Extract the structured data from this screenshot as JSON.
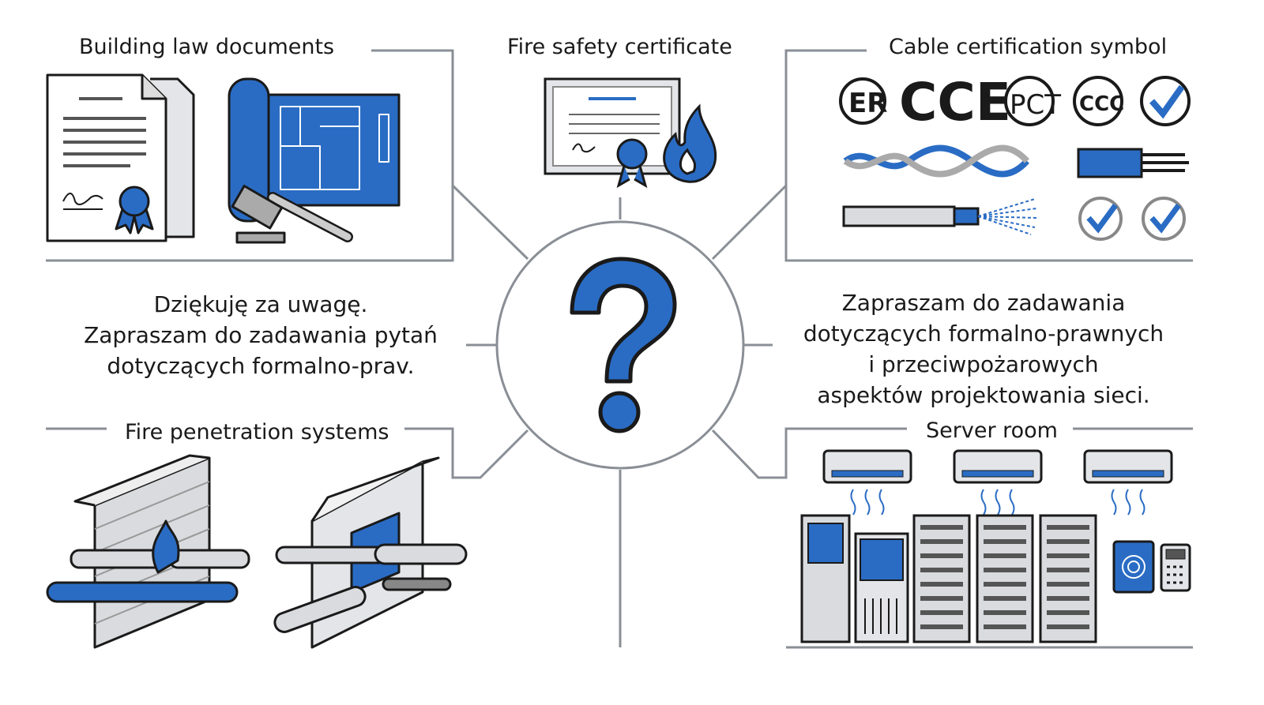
{
  "colors": {
    "accent": "#2a6cc4",
    "line": "#8a8f96",
    "ink": "#1a1a1a",
    "gray_fill": "#d9dbde"
  },
  "center": {
    "symbol": "?",
    "icon": "question-mark-icon"
  },
  "panels": {
    "building_law": {
      "title": "Building law documents",
      "icons": [
        "document-icon",
        "seal-icon",
        "blueprint-icon",
        "gavel-icon"
      ]
    },
    "fire_certificate": {
      "title": "Fire safety certificate",
      "icons": [
        "certificate-icon",
        "flame-icon"
      ]
    },
    "cable_cert": {
      "title": "Cable certification symbol",
      "icons": [
        "eac-mark-icon",
        "ce-mark-icon",
        "pct-mark-icon",
        "ccc-mark-icon",
        "checkmark-icon",
        "twisted-pair-cable-icon",
        "flat-cable-icon",
        "fiber-cable-icon"
      ]
    },
    "fire_penetration": {
      "title": "Fire penetration systems",
      "icons": [
        "brick-wall-icon",
        "pipe-icon",
        "fire-seal-panel-icon"
      ]
    },
    "server_room": {
      "title": "Server room",
      "icons": [
        "air-conditioner-icon",
        "server-rack-icon",
        "fingerprint-scanner-icon",
        "keypad-icon"
      ]
    }
  },
  "texts": {
    "left": [
      "Dziękuję za uwagę.",
      "Zapraszam do zadawania pytań",
      "dotyczących formalno-prav."
    ],
    "right": [
      "Zapraszam do zadawania",
      "dotyczących formalno-prawnych",
      "i przeciwpożarowych",
      "aspektów projektowania sieci."
    ]
  }
}
